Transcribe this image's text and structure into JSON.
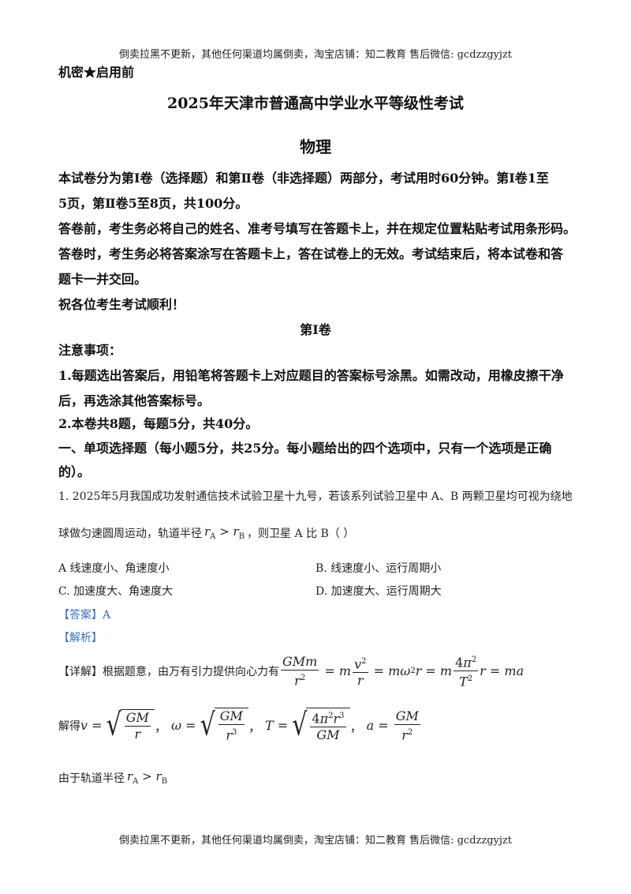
{
  "watermark": "倒卖拉黑不更新，其他任何渠道均属倒卖，淘宝店铺：知二教育  售后微信: gcdzzgyjzt",
  "confidential": "机密★启用前",
  "exam_title": "2025年天津市普通高中学业水平等级性考试",
  "subject": "物理",
  "intro": [
    "本试卷分为第Ⅰ卷（选择题）和第Ⅱ卷（非选择题）两部分，考试用时60分钟。第Ⅰ卷1至",
    "5页，第Ⅱ卷5至8页，共100分。",
    "答卷前，考生务必将自己的姓名、准考号填写在答题卡上，并在规定位置粘贴考试用条形码。",
    "答卷时，考生务必将答案涂写在答题卡上，答在试卷上的无效。考试结束后，将本试卷和答",
    "题卡一并交回。",
    "祝各位考生考试顺利！"
  ],
  "part_title": "第Ⅰ卷",
  "notes_title": "注意事项：",
  "notes": [
    "1.每题选出答案后，用铅笔将答题卡上对应题目的答案标号涂黑。如需改动，用橡皮擦干净",
    "后，再选涂其他答案标号。",
    "2.本卷共8题，每题5分，共40分。"
  ],
  "section_title": [
    "一、单项选择题（每小题5分，共25分。每小题给出的四个选项中，只有一个选项是正确",
    "的）。"
  ],
  "q1": {
    "stem_line1": "1. 2025年5月我国成功发射通信技术试验卫星十九号，若该系列试验卫星中 A、B 两颗卫星均可视为绕地",
    "stem_line2_pre": "球做匀速圆周运动，轨道半径",
    "stem_line2_post": "，则卫星 A 比 B（      ）",
    "options": {
      "a": "A       线速度小、角速度小",
      "b": "B.  线速度小、运行周期小",
      "c": "C.  加速度大、角速度大",
      "d": "D.  加速度大、运行周期大"
    },
    "answer_label": "【答案】A",
    "analysis_label": "【解析】",
    "detail_pre": "【详解】根据题意，由万有引力提供向心力有",
    "solve_pre": "解得",
    "since": "由于轨道半径"
  }
}
